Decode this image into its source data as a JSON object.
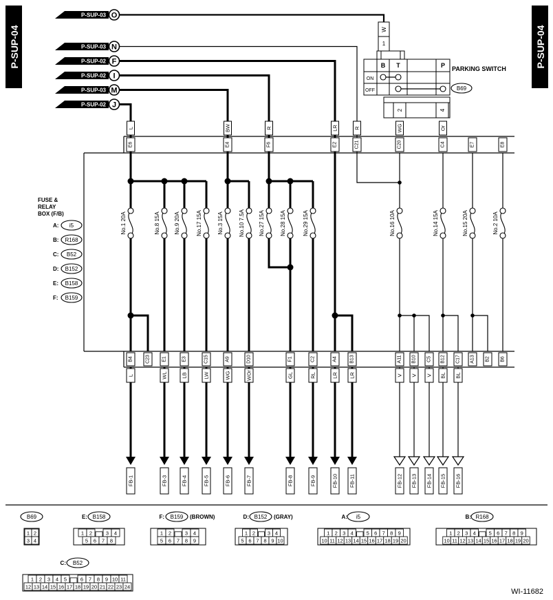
{
  "page_code": "P-SUP-04",
  "figure_id": "WI-11682",
  "supply_arrows": [
    {
      "label": "P-SUP-03",
      "letter": "O"
    },
    {
      "label": "P-SUP-03",
      "letter": "N"
    },
    {
      "label": "P-SUP-02",
      "letter": "F"
    },
    {
      "label": "P-SUP-02",
      "letter": "I"
    },
    {
      "label": "P-SUP-03",
      "letter": "M"
    },
    {
      "label": "P-SUP-02",
      "letter": "J"
    }
  ],
  "parking_switch": {
    "title": "PARKING SWITCH",
    "connector": "B69",
    "header_cols": [
      "B",
      "T",
      "P"
    ],
    "rows": [
      "ON",
      "OFF"
    ],
    "top_pin": "1",
    "top_wire": "W",
    "bottom_pins": [
      "2",
      "4"
    ]
  },
  "fuse_box": {
    "title": [
      "FUSE &",
      "RELAY",
      "BOX (F/B)"
    ],
    "connectors": [
      {
        "key": "A:",
        "name": "i5"
      },
      {
        "key": "B:",
        "name": "R168"
      },
      {
        "key": "C:",
        "name": "B52"
      },
      {
        "key": "D:",
        "name": "B152"
      },
      {
        "key": "E:",
        "name": "B158"
      },
      {
        "key": "F:",
        "name": "B159"
      }
    ]
  },
  "top_wires": [
    "L",
    "BW",
    "R",
    "LR",
    "R",
    "WG",
    "Or"
  ],
  "top_pins": [
    "E6",
    "E4",
    "F6",
    "E2",
    "C21",
    "C20",
    "C4",
    "E7",
    "E8"
  ],
  "fuses": [
    "No.1 20A",
    "No.8 15A",
    "No.9 20A",
    "No.17 15A",
    "No.3 15A",
    "No.10 7.5A",
    "No.27 15A",
    "No.28 15A",
    "No.29 15A",
    "No.16 10A",
    "No.14 15A",
    "No.15 20A",
    "No.2 10A"
  ],
  "bottom_pins": [
    "B4",
    "C23",
    "E1",
    "E3",
    "C15",
    "A9",
    "D10",
    "F1",
    "C2",
    "A4",
    "B13",
    "A11",
    "B10",
    "C5",
    "B12",
    "C17",
    "A13",
    "B2",
    "B6"
  ],
  "bottom_wires": [
    "L",
    "WL",
    "LB",
    "LW",
    "WG",
    "WOr",
    "GL",
    "RL",
    "LR",
    "LR",
    "V",
    "V",
    "V",
    "BL",
    "BL"
  ],
  "outputs": [
    "FB-1",
    "FB-3",
    "FB-4",
    "FB-5",
    "FB-6",
    "FB-7",
    "FB-8",
    "FB-9",
    "FB-10",
    "FB-11",
    "FB-12",
    "FB-13",
    "FB-14",
    "FB-15",
    "FB-16"
  ],
  "legend": {
    "b69": {
      "name": "B69",
      "pins": [
        [
          "1",
          "2"
        ],
        [
          "3",
          "4"
        ]
      ]
    },
    "e": {
      "key": "E:",
      "name": "B158",
      "note": "",
      "pins": [
        [
          "1",
          "2",
          "",
          "3",
          "4"
        ],
        [
          "5",
          "6",
          "7",
          "8"
        ]
      ]
    },
    "f": {
      "key": "F:",
      "name": "B159",
      "note": "(BROWN)",
      "pins": [
        [
          "1",
          "2",
          "",
          "3",
          "4"
        ],
        [
          "5",
          "6",
          "7",
          "8",
          "9"
        ]
      ]
    },
    "d": {
      "key": "D:",
      "name": "B152",
      "note": "(GRAY)",
      "pins": [
        [
          "1",
          "2",
          "",
          "3",
          "4"
        ],
        [
          "5",
          "6",
          "7",
          "8",
          "9",
          "10"
        ]
      ]
    },
    "a": {
      "key": "A:",
      "name": "i5",
      "note": "",
      "pins": [
        [
          "1",
          "2",
          "3",
          "4",
          "",
          "5",
          "6",
          "7",
          "8",
          "9"
        ],
        [
          "10",
          "11",
          "12",
          "13",
          "14",
          "15",
          "16",
          "17",
          "18",
          "19",
          "20"
        ]
      ]
    },
    "b": {
      "key": "B:",
      "name": "R168",
      "note": "",
      "pins": [
        [
          "1",
          "2",
          "3",
          "4",
          "",
          "5",
          "6",
          "7",
          "8",
          "9"
        ],
        [
          "10",
          "11",
          "12",
          "13",
          "14",
          "15",
          "16",
          "17",
          "18",
          "19",
          "20"
        ]
      ]
    },
    "c": {
      "key": "C:",
      "name": "B52",
      "note": "",
      "pins": [
        [
          "1",
          "2",
          "3",
          "4",
          "5",
          "",
          "6",
          "7",
          "8",
          "9",
          "10",
          "11"
        ],
        [
          "12",
          "13",
          "14",
          "15",
          "16",
          "17",
          "18",
          "19",
          "20",
          "21",
          "22",
          "23",
          "24"
        ]
      ]
    }
  }
}
